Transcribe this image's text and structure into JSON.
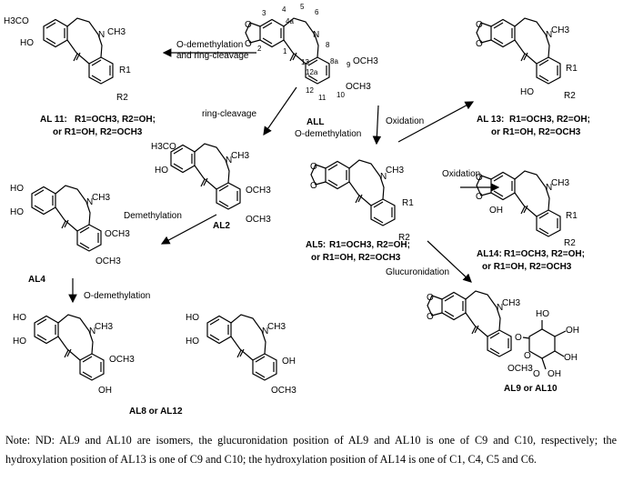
{
  "compounds": {
    "parent": {
      "id": "ALL",
      "label": "ALL",
      "substituents": [
        "OCH3",
        "OCH3"
      ]
    },
    "al11": {
      "id": "AL11",
      "label": "AL 11:",
      "options": [
        "R1=OCH3, R2=OH;",
        "or R1=OH, R2=OCH3"
      ],
      "substituents": [
        "H3CO",
        "HO",
        "CH3",
        "R1",
        "R2"
      ]
    },
    "al2": {
      "id": "AL2",
      "label": "AL2",
      "substituents": [
        "H3CO",
        "HO",
        "CH3",
        "OCH3",
        "OCH3"
      ]
    },
    "al4": {
      "id": "AL4",
      "label": "AL4",
      "substituents": [
        "HO",
        "HO",
        "CH3",
        "OCH3",
        "OCH3"
      ]
    },
    "al5": {
      "id": "AL5",
      "label": "AL5:",
      "options": [
        "R1=OCH3, R2=OH;",
        "or R1=OH, R2=OCH3"
      ],
      "substituents": [
        "CH3",
        "R1",
        "R2"
      ]
    },
    "al13": {
      "id": "AL13",
      "label": "AL 13:",
      "options": [
        "R1=OCH3, R2=OH;",
        "or R1=OH, R2=OCH3"
      ],
      "substituents": [
        "CH3",
        "R1",
        "R2",
        "HO"
      ]
    },
    "al14": {
      "id": "AL14",
      "label": "AL14:",
      "options": [
        "R1=OCH3, R2=OH;",
        "or R1=OH, R2=OCH3"
      ],
      "substituents": [
        "CH3",
        "R1",
        "R2",
        "OH"
      ]
    },
    "al8_12": {
      "id": "AL8-AL12",
      "label": "AL8 or AL12",
      "substituents": [
        "HO",
        "HO",
        "CH3",
        "OCH3",
        "OH"
      ]
    },
    "al8_12b": {
      "id": "AL8-AL12-alt",
      "substituents": [
        "HO",
        "HO",
        "CH3",
        "OH",
        "OCH3"
      ]
    },
    "al9_10": {
      "id": "AL9-AL10",
      "label": "AL9 or AL10",
      "substituents": [
        "CH3",
        "O",
        "OCH3",
        "HO",
        "OH",
        "OH",
        "O",
        "OH",
        "O"
      ]
    }
  },
  "reactions": {
    "o_demethylation_cleavage": [
      "O-demethylation",
      "and ring-cleavage"
    ],
    "ring_cleavage": "ring-cleavage",
    "o_demethylation": "O-demethylation",
    "oxidation": "Oxidation",
    "demethylation": "Demethylation",
    "glucuronidation": "Glucuronidation"
  },
  "numbering": [
    "3",
    "4",
    "4a",
    "5",
    "6",
    "N",
    "2",
    "1",
    "13",
    "8",
    "8a",
    "9",
    "12a",
    "12",
    "11",
    "10"
  ],
  "note": "Note: ND: AL9 and AL10 are isomers, the glucuronidation position of AL9 and AL10 is one of C9 and C10, respectively; the hydroxylation position of AL13 is one of C9 and C10; the hydroxylation position of AL14 is one of C1, C4, C5 and C6."
}
